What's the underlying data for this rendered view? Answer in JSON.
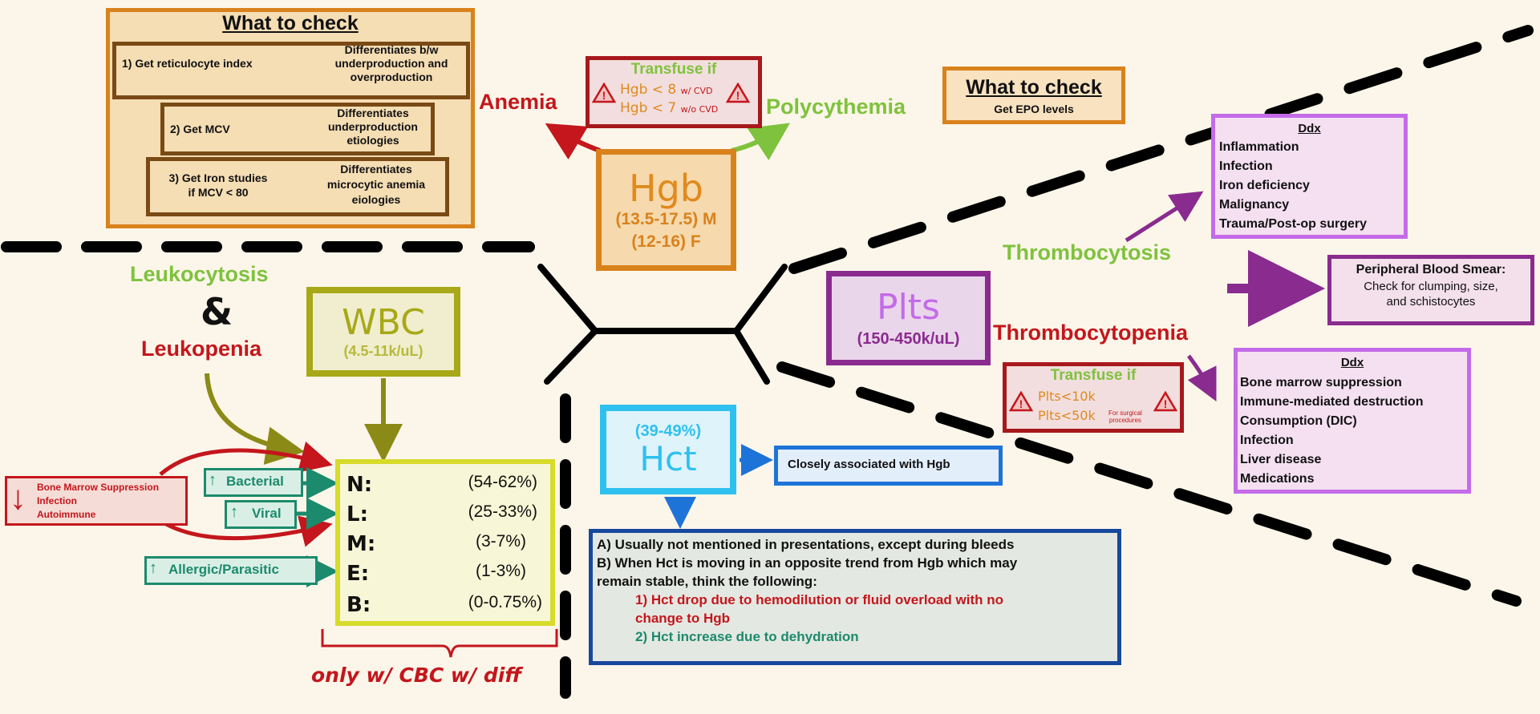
{
  "colors": {
    "background": "#fbf6e9",
    "orange": "#d9821c",
    "brown": "#7a4a15",
    "red": "#c4161c",
    "green": "#7fc23d",
    "teal": "#1c8a6c",
    "olive": "#a8a818",
    "yellow_green": "#d7db2a",
    "purple": "#8a2b8f",
    "violet": "#c46be8",
    "cyan": "#2ec1ef",
    "blue": "#1e73d8",
    "navy": "#17489e"
  },
  "anemia_check": {
    "title": "What to check",
    "steps": [
      {
        "action": "1) Get reticulocyte index",
        "result_lines": [
          "Differentiates b/w",
          "underproduction and",
          "overproduction"
        ]
      },
      {
        "action": "2) Get MCV",
        "result_lines": [
          "Differentiates",
          "underproduction",
          "etiologies"
        ]
      },
      {
        "action_lines": [
          "3) Get Iron studies",
          "if MCV < 80"
        ],
        "result_lines": [
          "Differentiates",
          "microcytic anemia",
          "eiologies"
        ]
      }
    ]
  },
  "hgb_transfuse": {
    "title": "Transfuse if",
    "line1": "Hgb < 8",
    "line1_note": "w/ CVD",
    "line2": "Hgb < 7",
    "line2_note": "w/o CVD"
  },
  "anemia_label": "Anemia",
  "polycythemia_label": "Polycythemia",
  "poly_check": {
    "title": "What to check",
    "text": "Get EPO levels"
  },
  "hgb": {
    "name": "Hgb",
    "male": "(13.5-17.5) M",
    "female": "(12-16) F"
  },
  "thrombocytosis_ddx": {
    "title": "Ddx",
    "items": [
      "Inflammation",
      "Infection",
      "Iron deficiency",
      "Malignancy",
      "Trauma/Post-op surgery"
    ]
  },
  "thrombocytosis_label": "Thrombocytosis",
  "smear": {
    "title": "Peripheral Blood Smear:",
    "lines": [
      "Check for clumping, size,",
      "and schistocytes"
    ]
  },
  "plts": {
    "name": "Plts",
    "range": "(150-450k/uL)"
  },
  "thrombocytopenia_label": "Thrombocytopenia",
  "plt_transfuse": {
    "title": "Transfuse if",
    "line1": "Plts<10k",
    "line2": "Plts<50k",
    "line2_note_lines": [
      "For surgical",
      "procedures"
    ]
  },
  "thrombocytopenia_ddx": {
    "title": "Ddx",
    "items": [
      "Bone marrow suppression",
      "Immune-mediated destruction",
      "Consumption (DIC)",
      "Infection",
      "Liver disease",
      "Medications"
    ]
  },
  "leuko": {
    "leukocytosis": "Leukocytosis",
    "amp": "&",
    "leukopenia": "Leukopenia"
  },
  "wbc": {
    "name": "WBC",
    "range": "(4.5-11k/uL)"
  },
  "low_causes": {
    "arrow": "↓",
    "items": [
      "Bone Marrow Suppression",
      "Infection",
      "Autoimmune"
    ]
  },
  "elevations": [
    {
      "arrow": "↑",
      "label": "Bacterial"
    },
    {
      "arrow": "↑",
      "label": "Viral"
    },
    {
      "arrow": "↑",
      "label": "Allergic/Parasitic"
    }
  ],
  "differential": [
    {
      "letter": "N:",
      "range": "(54-62%)"
    },
    {
      "letter": "L:",
      "range": "(25-33%)"
    },
    {
      "letter": "M:",
      "range": "(3-7%)"
    },
    {
      "letter": "E:",
      "range": "(1-3%)"
    },
    {
      "letter": "B:",
      "range": "(0-0.75%)"
    }
  ],
  "diff_note": "only w/ CBC w/ diff",
  "hct": {
    "range": "(39-49%)",
    "name": "Hct"
  },
  "hct_assoc": "Closely associated with Hgb",
  "hct_notes": {
    "a": "A) Usually not mentioned in presentations, except during bleeds",
    "b_lines": [
      "B) When Hct is moving in an opposite trend from Hgb which may",
      "remain stable, think the following:"
    ],
    "n1_lines": [
      "1) Hct drop due to hemodilution or fluid overload with no",
      "change to Hgb"
    ],
    "n2": "2) Hct increase due to dehydration"
  }
}
